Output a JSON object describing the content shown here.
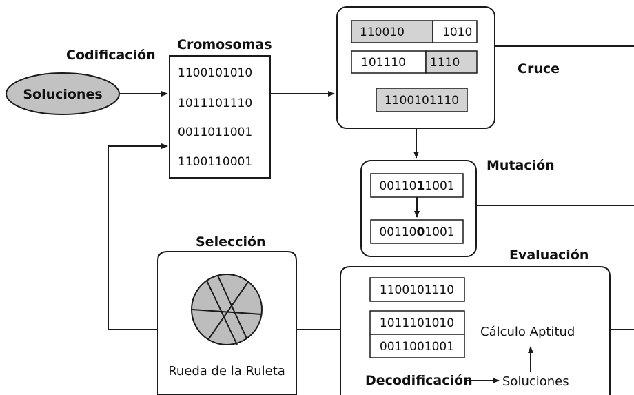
{
  "labels": {
    "codificacion": "Codificación",
    "cromosomas": "Cromosomas",
    "soluciones": "Soluciones",
    "cruce": "Cruce",
    "mutacion": "Mutación",
    "seleccion": "Selección",
    "evaluacion": "Evaluación",
    "rueda": "Rueda de la Ruleta",
    "calculo_aptitud": "Cálculo Aptitud",
    "decodificacion": "Decodificación",
    "soluciones_eval": "Soluciones"
  },
  "chromosomes": [
    "1100101010",
    "1011101110",
    "0011011001",
    "1100110001"
  ],
  "cruce": {
    "parent1": [
      "110010",
      "1010"
    ],
    "parent2": [
      "101110",
      "1110"
    ],
    "child": "1100101110"
  },
  "mutacion": {
    "before": {
      "prefix": "00110",
      "bit": "1",
      "suffix": "1001"
    },
    "after": {
      "prefix": "00110",
      "bit": "0",
      "suffix": "1001"
    }
  },
  "evaluacion": {
    "strings": [
      "1100101110",
      "1011101010",
      "0011001001"
    ]
  },
  "colors": {
    "shaded": "#d3d3d3",
    "ellipse": "#c2c2c2",
    "line": "#1a1a1a"
  }
}
